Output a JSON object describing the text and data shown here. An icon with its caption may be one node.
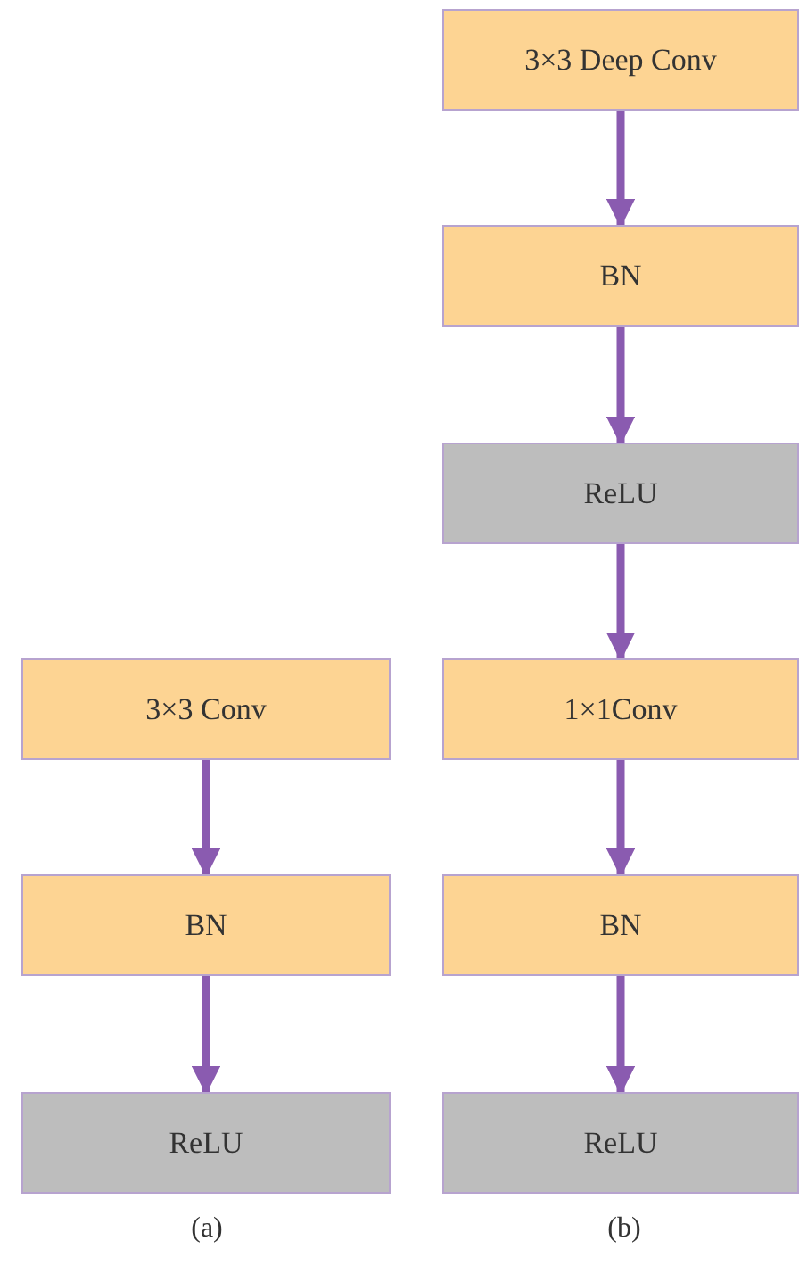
{
  "diagram": {
    "nodes": [
      {
        "text": [
          "3×3 Conv"
        ]
      },
      {
        "text": [
          "BN"
        ]
      },
      {
        "text": [
          "ReLU"
        ]
      },
      {
        "text": [
          "3×3 Deep Conv"
        ]
      },
      {
        "text": [
          "BN"
        ]
      },
      {
        "text": [
          "ReLU"
        ]
      },
      {
        "text": [
          "1×1Conv"
        ]
      },
      {
        "text": [
          "BN"
        ]
      },
      {
        "text": [
          "ReLU"
        ]
      }
    ],
    "edges": [
      {
        "from": 0,
        "to": 1,
        "arrow": "to"
      },
      {
        "from": 1,
        "to": 2,
        "arrow": "to"
      },
      {
        "from": 3,
        "to": 4,
        "arrow": "to"
      },
      {
        "from": 4,
        "to": 5,
        "arrow": "to"
      },
      {
        "from": 5,
        "to": 6,
        "arrow": "to"
      },
      {
        "from": 6,
        "to": 7,
        "arrow": "to"
      },
      {
        "from": 7,
        "to": 8,
        "arrow": "to"
      }
    ],
    "labels": [
      "(a)",
      "(b)"
    ]
  }
}
